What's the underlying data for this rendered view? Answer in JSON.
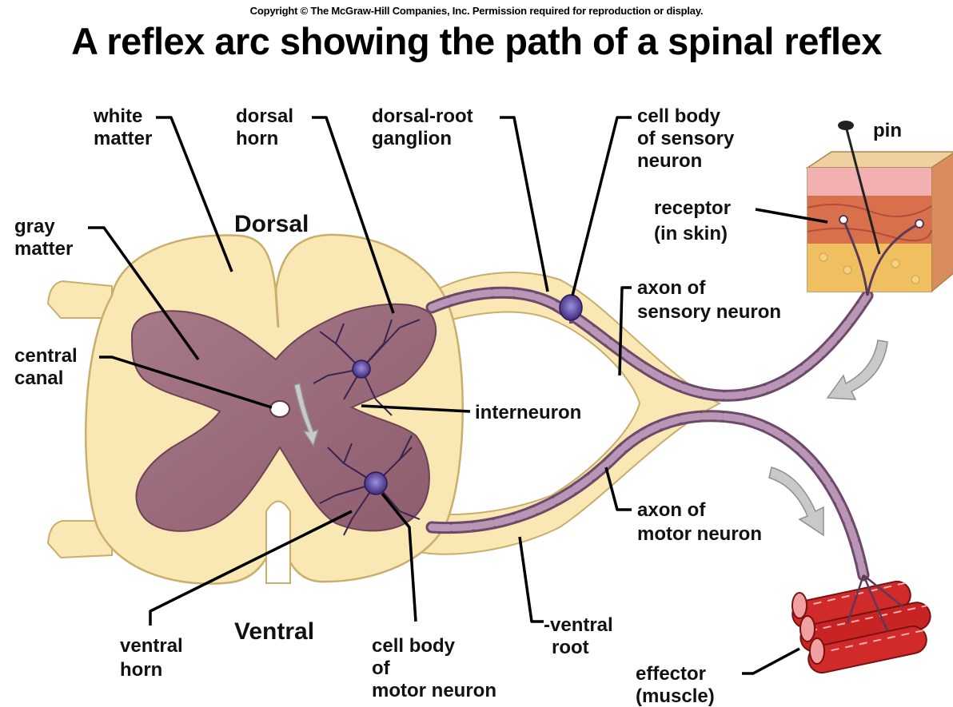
{
  "header": {
    "copyright": "Copyright © The McGraw-Hill Companies, Inc. Permission required for reproduction or display.",
    "title": "A reflex arc showing the path of a spinal reflex"
  },
  "orientation": {
    "dorsal": "Dorsal",
    "ventral": "Ventral"
  },
  "labels": {
    "white_matter": [
      "white",
      "matter"
    ],
    "dorsal_horn": [
      "dorsal",
      "horn"
    ],
    "dorsal_root_ganglion": [
      "dorsal-root",
      "ganglion"
    ],
    "cell_body_sensory": [
      "cell body",
      "of sensory",
      "neuron"
    ],
    "pin": "pin",
    "receptor": [
      "receptor",
      "(in skin)"
    ],
    "gray_matter": [
      "gray",
      "matter"
    ],
    "axon_sensory": [
      "axon of",
      "sensory neuron"
    ],
    "central_canal": [
      "central",
      "canal"
    ],
    "interneuron": "interneuron",
    "axon_motor": [
      "axon of",
      "motor neuron"
    ],
    "ventral_horn": [
      "ventral",
      "horn"
    ],
    "cell_body_motor": [
      "cell body",
      "of",
      "motor neuron"
    ],
    "ventral_root": [
      "-ventral",
      "root"
    ],
    "effector": [
      "effector",
      "(muscle)"
    ]
  },
  "colors": {
    "white_matter": "#f9e7b4",
    "white_matter_outline": "#c9ae6c",
    "gray_matter": "#9a6878",
    "gray_matter_light": "#b48894",
    "neuron": "#4b3486",
    "axon": "#6e4a6a",
    "skin": "#e9b47c",
    "muscle": "#d02a2a",
    "arrow": "#c9c9c9"
  }
}
